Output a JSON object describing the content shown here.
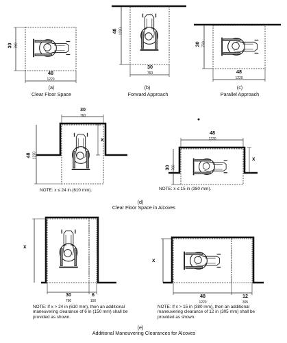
{
  "dims": {
    "d30": "30",
    "d760": "760",
    "d48": "48",
    "d1220": "1220",
    "d12": "12",
    "d305": "305",
    "d6": "6",
    "d150": "150",
    "x": "x"
  },
  "labels": {
    "a_letter": "(a)",
    "a_caption": "Clear Floor Space",
    "b_letter": "(b)",
    "b_caption": "Forward Approach",
    "c_letter": "(c)",
    "c_caption": "Parallel Approach",
    "d_letter": "(d)",
    "d_caption": "Clear Floor Space in Alcoves",
    "d_note_left": "NOTE: x ≤ 24 in (610 mm).",
    "d_note_right": "NOTE: x ≤ 15 in (380 mm).",
    "e_letter": "(e)",
    "e_caption": "Additional Maneuvering Clearances for Alcoves",
    "e_note_left": "NOTE: If x > 24 in (610 mm), then an additional maneuvering clearance of 6 in (150 mm) shall be provided as shown.",
    "e_note_right": "NOTE: If x > 15 in (380 mm), then an additional maneuvering clearance of 12 in (305 mm) shall be provided as shown."
  }
}
